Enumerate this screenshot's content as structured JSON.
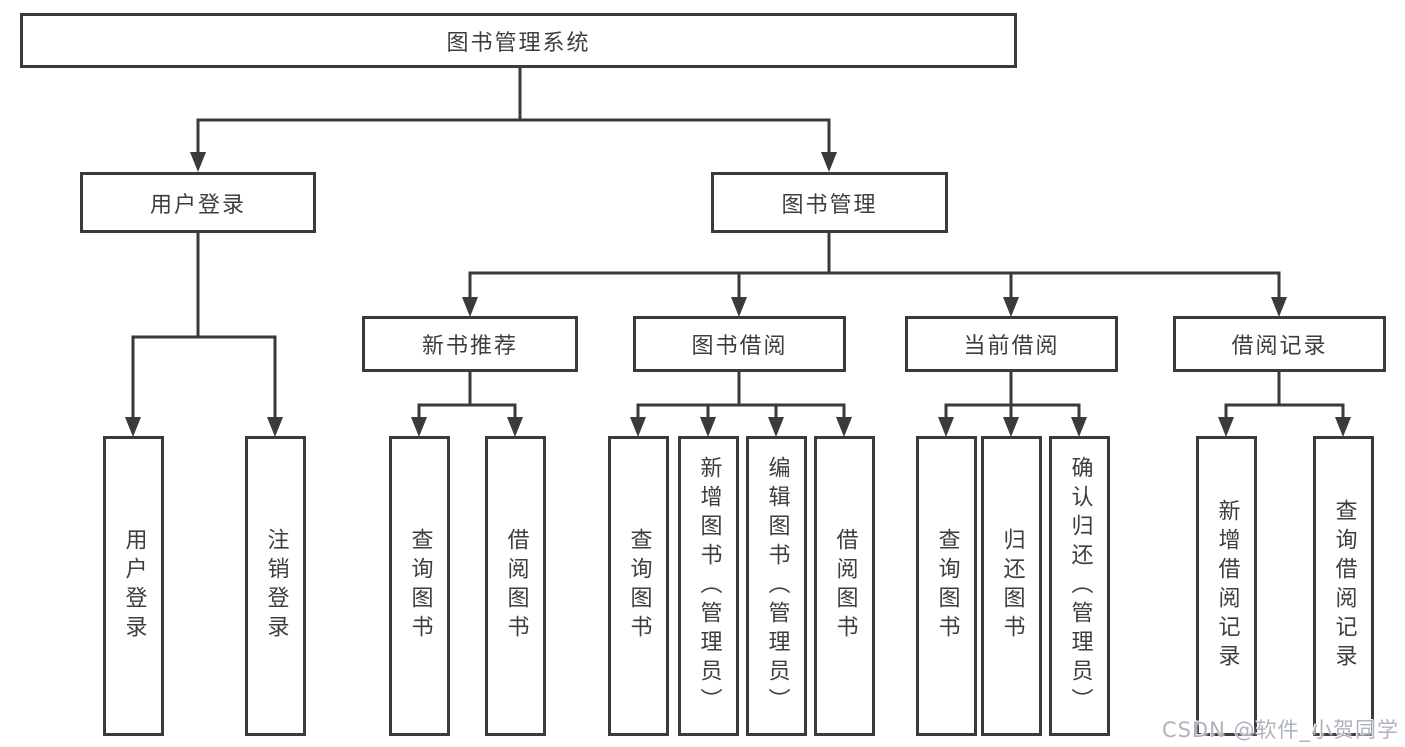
{
  "tree": {
    "root": {
      "label": "图书管理系统"
    },
    "branches": [
      {
        "label": "用户登录",
        "children": [
          {
            "label": "用户登录"
          },
          {
            "label": "注销登录"
          }
        ]
      },
      {
        "label": "图书管理",
        "groups": [
          {
            "label": "新书推荐",
            "children": [
              {
                "label": "查询图书"
              },
              {
                "label": "借阅图书"
              }
            ]
          },
          {
            "label": "图书借阅",
            "children": [
              {
                "label": "查询图书"
              },
              {
                "label": "新增图书（管理员）"
              },
              {
                "label": "编辑图书（管理员）"
              },
              {
                "label": "借阅图书"
              }
            ]
          },
          {
            "label": "当前借阅",
            "children": [
              {
                "label": "查询图书"
              },
              {
                "label": "归还图书"
              },
              {
                "label": "确认归还（管理员）"
              }
            ]
          },
          {
            "label": "借阅记录",
            "children": [
              {
                "label": "新增借阅记录"
              },
              {
                "label": "查询借阅记录"
              }
            ]
          }
        ]
      }
    ]
  },
  "watermark": {
    "text": "CSDN @软件_小贺同学"
  },
  "colors": {
    "line": "#3a3a3a",
    "box_border": "#3a3a3a",
    "text": "#3e3e3e",
    "background": "#ffffff",
    "watermark_text": "#aeb4bb"
  }
}
